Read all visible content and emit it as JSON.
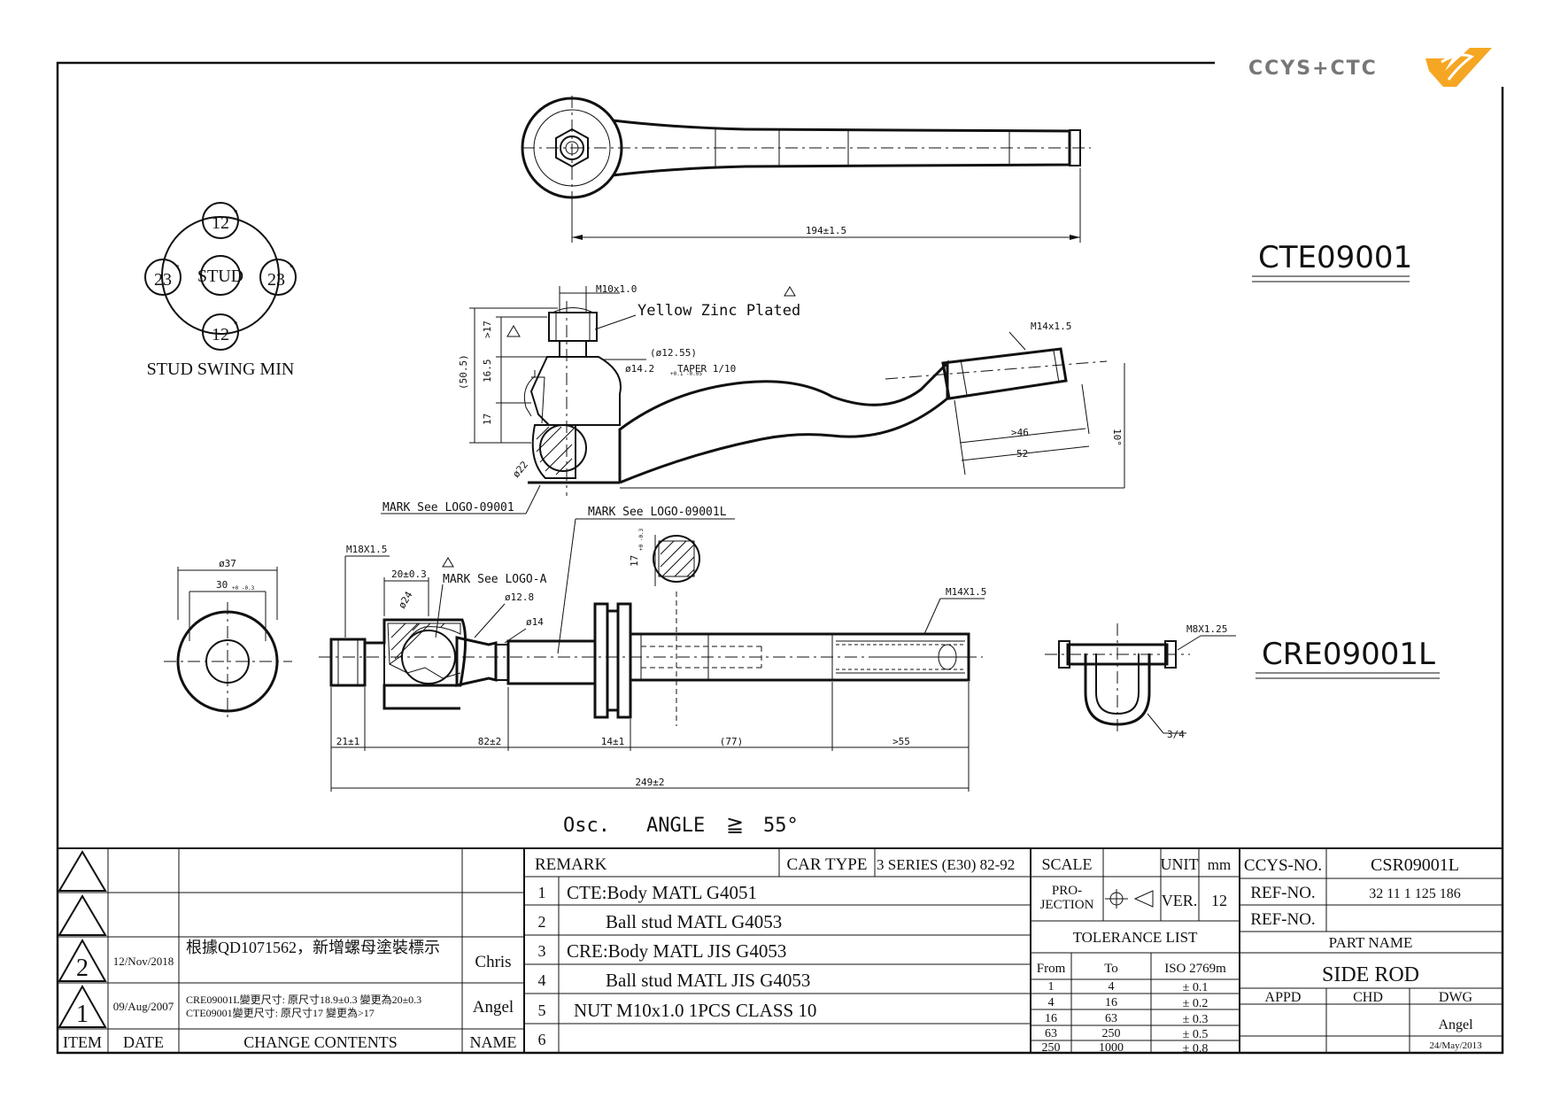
{
  "logo": {
    "text": "CCYS+CTC",
    "accent": "#f5a623",
    "text_color": "#777777"
  },
  "cte_label": "CTE09001",
  "cre_label": "CRE09001L",
  "stud_swing": {
    "title": "STUD SWING MIN",
    "center": "STUD",
    "top": "12",
    "bottom": "12",
    "left": "23",
    "right": "23",
    "deg": "°"
  },
  "top_view": {
    "length_dim": "194±1.5"
  },
  "cte_side": {
    "m10": "M10x1.0",
    "yellow": "Yellow Zinc Plated",
    "m14": "M14x1.5",
    "d1255": "(ø12.55)",
    "taper": "ø14.2",
    "taper_tol": "+0.1 -0.05",
    "taper_text": "TAPER 1/10",
    "h17a": ">17",
    "h165": "16.5",
    "h505": "(50.5)",
    "h17b": "17",
    "d22": "ø22",
    "d46": ">46",
    "d52": "52",
    "d10": "10°",
    "mark1": "MARK See LOGO-09001",
    "mark2": "MARK See LOGO-09001L"
  },
  "cre_side": {
    "d37": "ø37",
    "d30": "30",
    "d30_tol": "+0 -0.3",
    "m18": "M18X1.5",
    "d20": "20±0.3",
    "markA": "MARK See LOGO-A",
    "d24": "ø24",
    "d128": "ø12.8",
    "d14": "ø14",
    "m14": "M14X1.5",
    "sq17": "17",
    "sq17_tol": "+0 -0.3",
    "m8": "M8X1.25",
    "r34": "3/4",
    "dim21": "21±1",
    "dim82": "82±2",
    "dim14": "14±1",
    "dim77": "(77)",
    "dim55": ">55",
    "dim249": "249±2"
  },
  "osc": {
    "label": "Osc.",
    "angle": "ANGLE",
    "sym": "≧",
    "value": "55°"
  },
  "revisions": {
    "rows": [
      {
        "item": "",
        "date": "",
        "content": "",
        "name": ""
      },
      {
        "item": "",
        "date": "",
        "content": "",
        "name": ""
      },
      {
        "item": "2",
        "date": "12/Nov/2018",
        "content": "根據QD1071562，新增螺母塗裝標示",
        "content2": "",
        "name": "Chris"
      },
      {
        "item": "1",
        "date": "09/Aug/2007",
        "content": "CRE09001L變更尺寸: 原尺寸18.9±0.3 變更為20±0.3",
        "content2": "CTE09001變更尺寸: 原尺寸17 變更為>17",
        "name": "Angel"
      }
    ],
    "headers": {
      "item": "ITEM",
      "date": "DATE",
      "content": "CHANGE CONTENTS",
      "name": "NAME"
    }
  },
  "remarks": {
    "header": "REMARK",
    "car_type_label": "CAR TYPE",
    "car_type_value": "3 SERIES (E30) 82-92",
    "items": [
      {
        "no": "1",
        "text": "CTE:Body MATL G4051"
      },
      {
        "no": "2",
        "text": "Ball stud MATL G4053"
      },
      {
        "no": "3",
        "text": "CRE:Body MATL JIS G4053"
      },
      {
        "no": "4",
        "text": "Ball stud MATL JIS G4053"
      },
      {
        "no": "5",
        "text": "NUT M10x1.0 1PCS CLASS  10"
      },
      {
        "no": "6",
        "text": ""
      }
    ]
  },
  "title_block": {
    "scale": "SCALE",
    "unit": "UNIT",
    "unit_value": "mm",
    "projection": "PRO-",
    "projection2": "JECTION",
    "ver": "VER.",
    "ver_value": "12",
    "tolerance_title": "TOLERANCE LIST",
    "tol_from": "From",
    "tol_to": "To",
    "tol_std": "ISO 2769m",
    "tolerances": [
      {
        "from": "1",
        "to": "4",
        "tol": "± 0.1"
      },
      {
        "from": "4",
        "to": "16",
        "tol": "± 0.2"
      },
      {
        "from": "16",
        "to": "63",
        "tol": "± 0.3"
      },
      {
        "from": "63",
        "to": "250",
        "tol": "± 0.5"
      },
      {
        "from": "250",
        "to": "1000",
        "tol": "± 0.8"
      }
    ],
    "ccys_no_label": "CCYS-NO.",
    "ccys_no": "CSR09001L",
    "ref_no_label": "REF-NO.",
    "ref_no": "32 11 1 125 186",
    "ref_no2_label": "REF-NO.",
    "part_name_label": "PART NAME",
    "part_name": "SIDE ROD",
    "appd": "APPD",
    "chd": "CHD",
    "dwg": "DWG",
    "drawn_by": "Angel",
    "drawn_date": "24/May/2013"
  }
}
